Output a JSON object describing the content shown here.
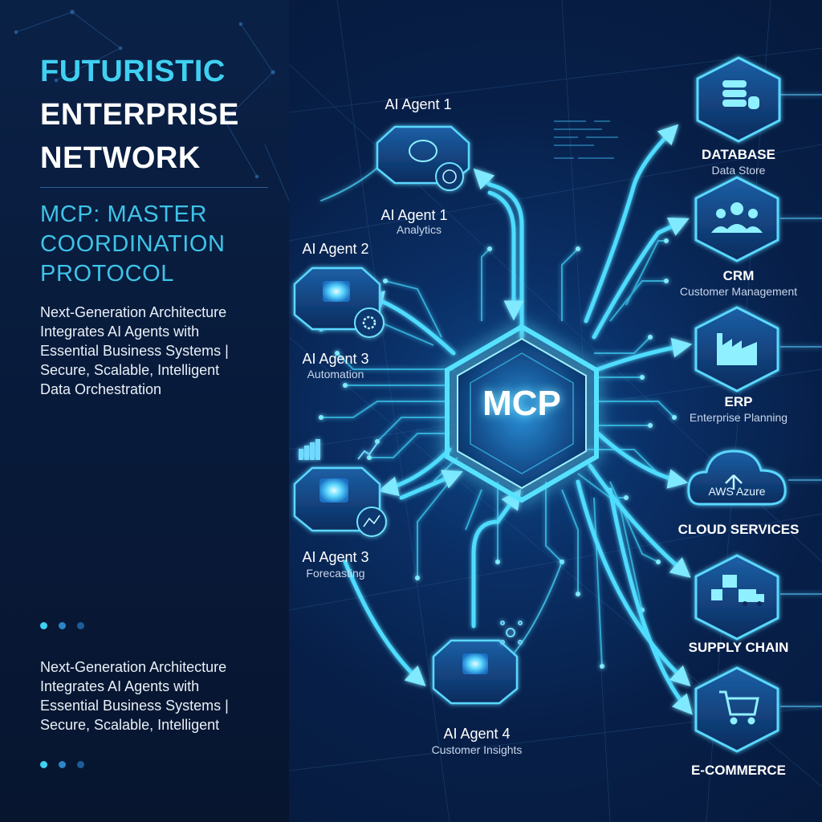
{
  "title": {
    "line1": "FUTURISTIC",
    "line2": "ENTERPRISE",
    "line3": "NETWORK"
  },
  "subtitle": {
    "line1": "MCP: MASTER",
    "line2": "COORDINATION",
    "line3": "PROTOCOL"
  },
  "description_top": [
    "Next-Generation Architecture",
    "Integrates AI Agents with",
    "Essential Business Systems |",
    "Secure, Scalable, Intelligent",
    "Data Orchestration"
  ],
  "description_bottom": [
    "Next-Generation Architecture",
    "Integrates AI Agents with",
    "Essential Business Systems |",
    "Secure, Scalable, Intelligent"
  ],
  "hub": {
    "label": "MCP"
  },
  "agents": [
    {
      "name": "AI Agent 1",
      "role": ""
    },
    {
      "name": "AI Agent 1",
      "role": "Analytics"
    },
    {
      "name": "AI Agent 2",
      "role": ""
    },
    {
      "name": "AI Agent 3",
      "role": "Automation"
    },
    {
      "name": "AI Agent 3",
      "role": "Forecasting"
    },
    {
      "name": "AI Agent 4",
      "role": "Customer Insights"
    }
  ],
  "systems": [
    {
      "name": "DATABASE",
      "sub": "Data Store",
      "icon": "database-icon"
    },
    {
      "name": "CRM",
      "sub": "Customer Management",
      "icon": "users-icon"
    },
    {
      "name": "ERP",
      "sub": "Enterprise Planning",
      "icon": "factory-icon"
    },
    {
      "name": "CLOUD SERVICES",
      "sub": "",
      "icon": "cloud-icon",
      "cloud_label": "AWS  Azure"
    },
    {
      "name": "SUPPLY CHAIN",
      "sub": "",
      "icon": "truck-icon"
    },
    {
      "name": "E-COMMERCE",
      "sub": "",
      "icon": "cart-icon"
    }
  ],
  "colors": {
    "accent": "#3fd0f2",
    "glow": "#6fe8ff",
    "background": "#061a38",
    "panel": "#081a3a"
  }
}
